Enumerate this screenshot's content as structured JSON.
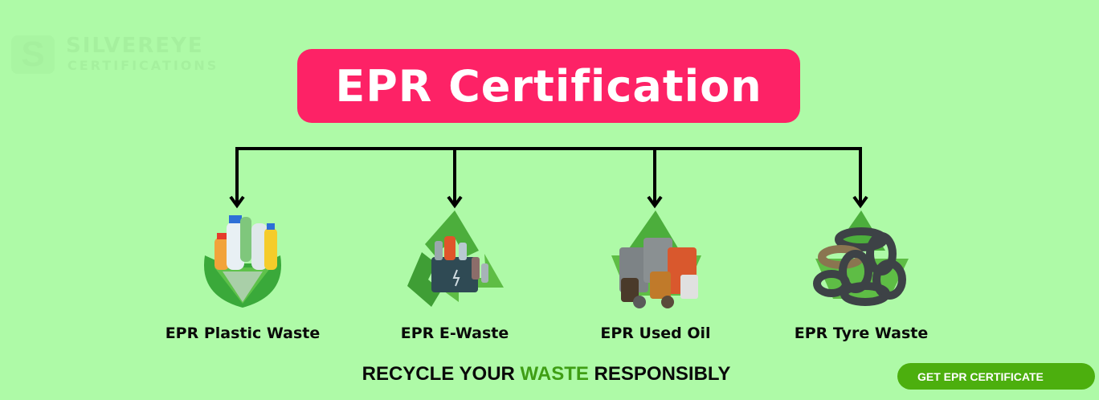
{
  "watermark": {
    "line1": "SILVEREYE",
    "line2": "CERTIFICATIONS",
    "logo_letter": "S"
  },
  "header": {
    "title": "EPR Certification",
    "banner_color": "#fd2266"
  },
  "categories": [
    {
      "label": "EPR Plastic Waste",
      "icon": "plastic-bottles-recycle-icon"
    },
    {
      "label": "EPR E-Waste",
      "icon": "batteries-recycle-icon"
    },
    {
      "label": "EPR Used Oil",
      "icon": "oil-barrels-recycle-icon"
    },
    {
      "label": "EPR Tyre Waste",
      "icon": "tyres-recycle-icon"
    }
  ],
  "tagline": {
    "part1": "RECYCLE YOUR ",
    "accent": "WASTE",
    "part2": " RESPONSIBLY",
    "accent_color": "#3f9e14"
  },
  "cta": {
    "label": "GET EPR CERTIFICATE",
    "color": "#4caf0e"
  },
  "colors": {
    "background": "#aefaa7",
    "recycle_green": "#4cae3c"
  }
}
